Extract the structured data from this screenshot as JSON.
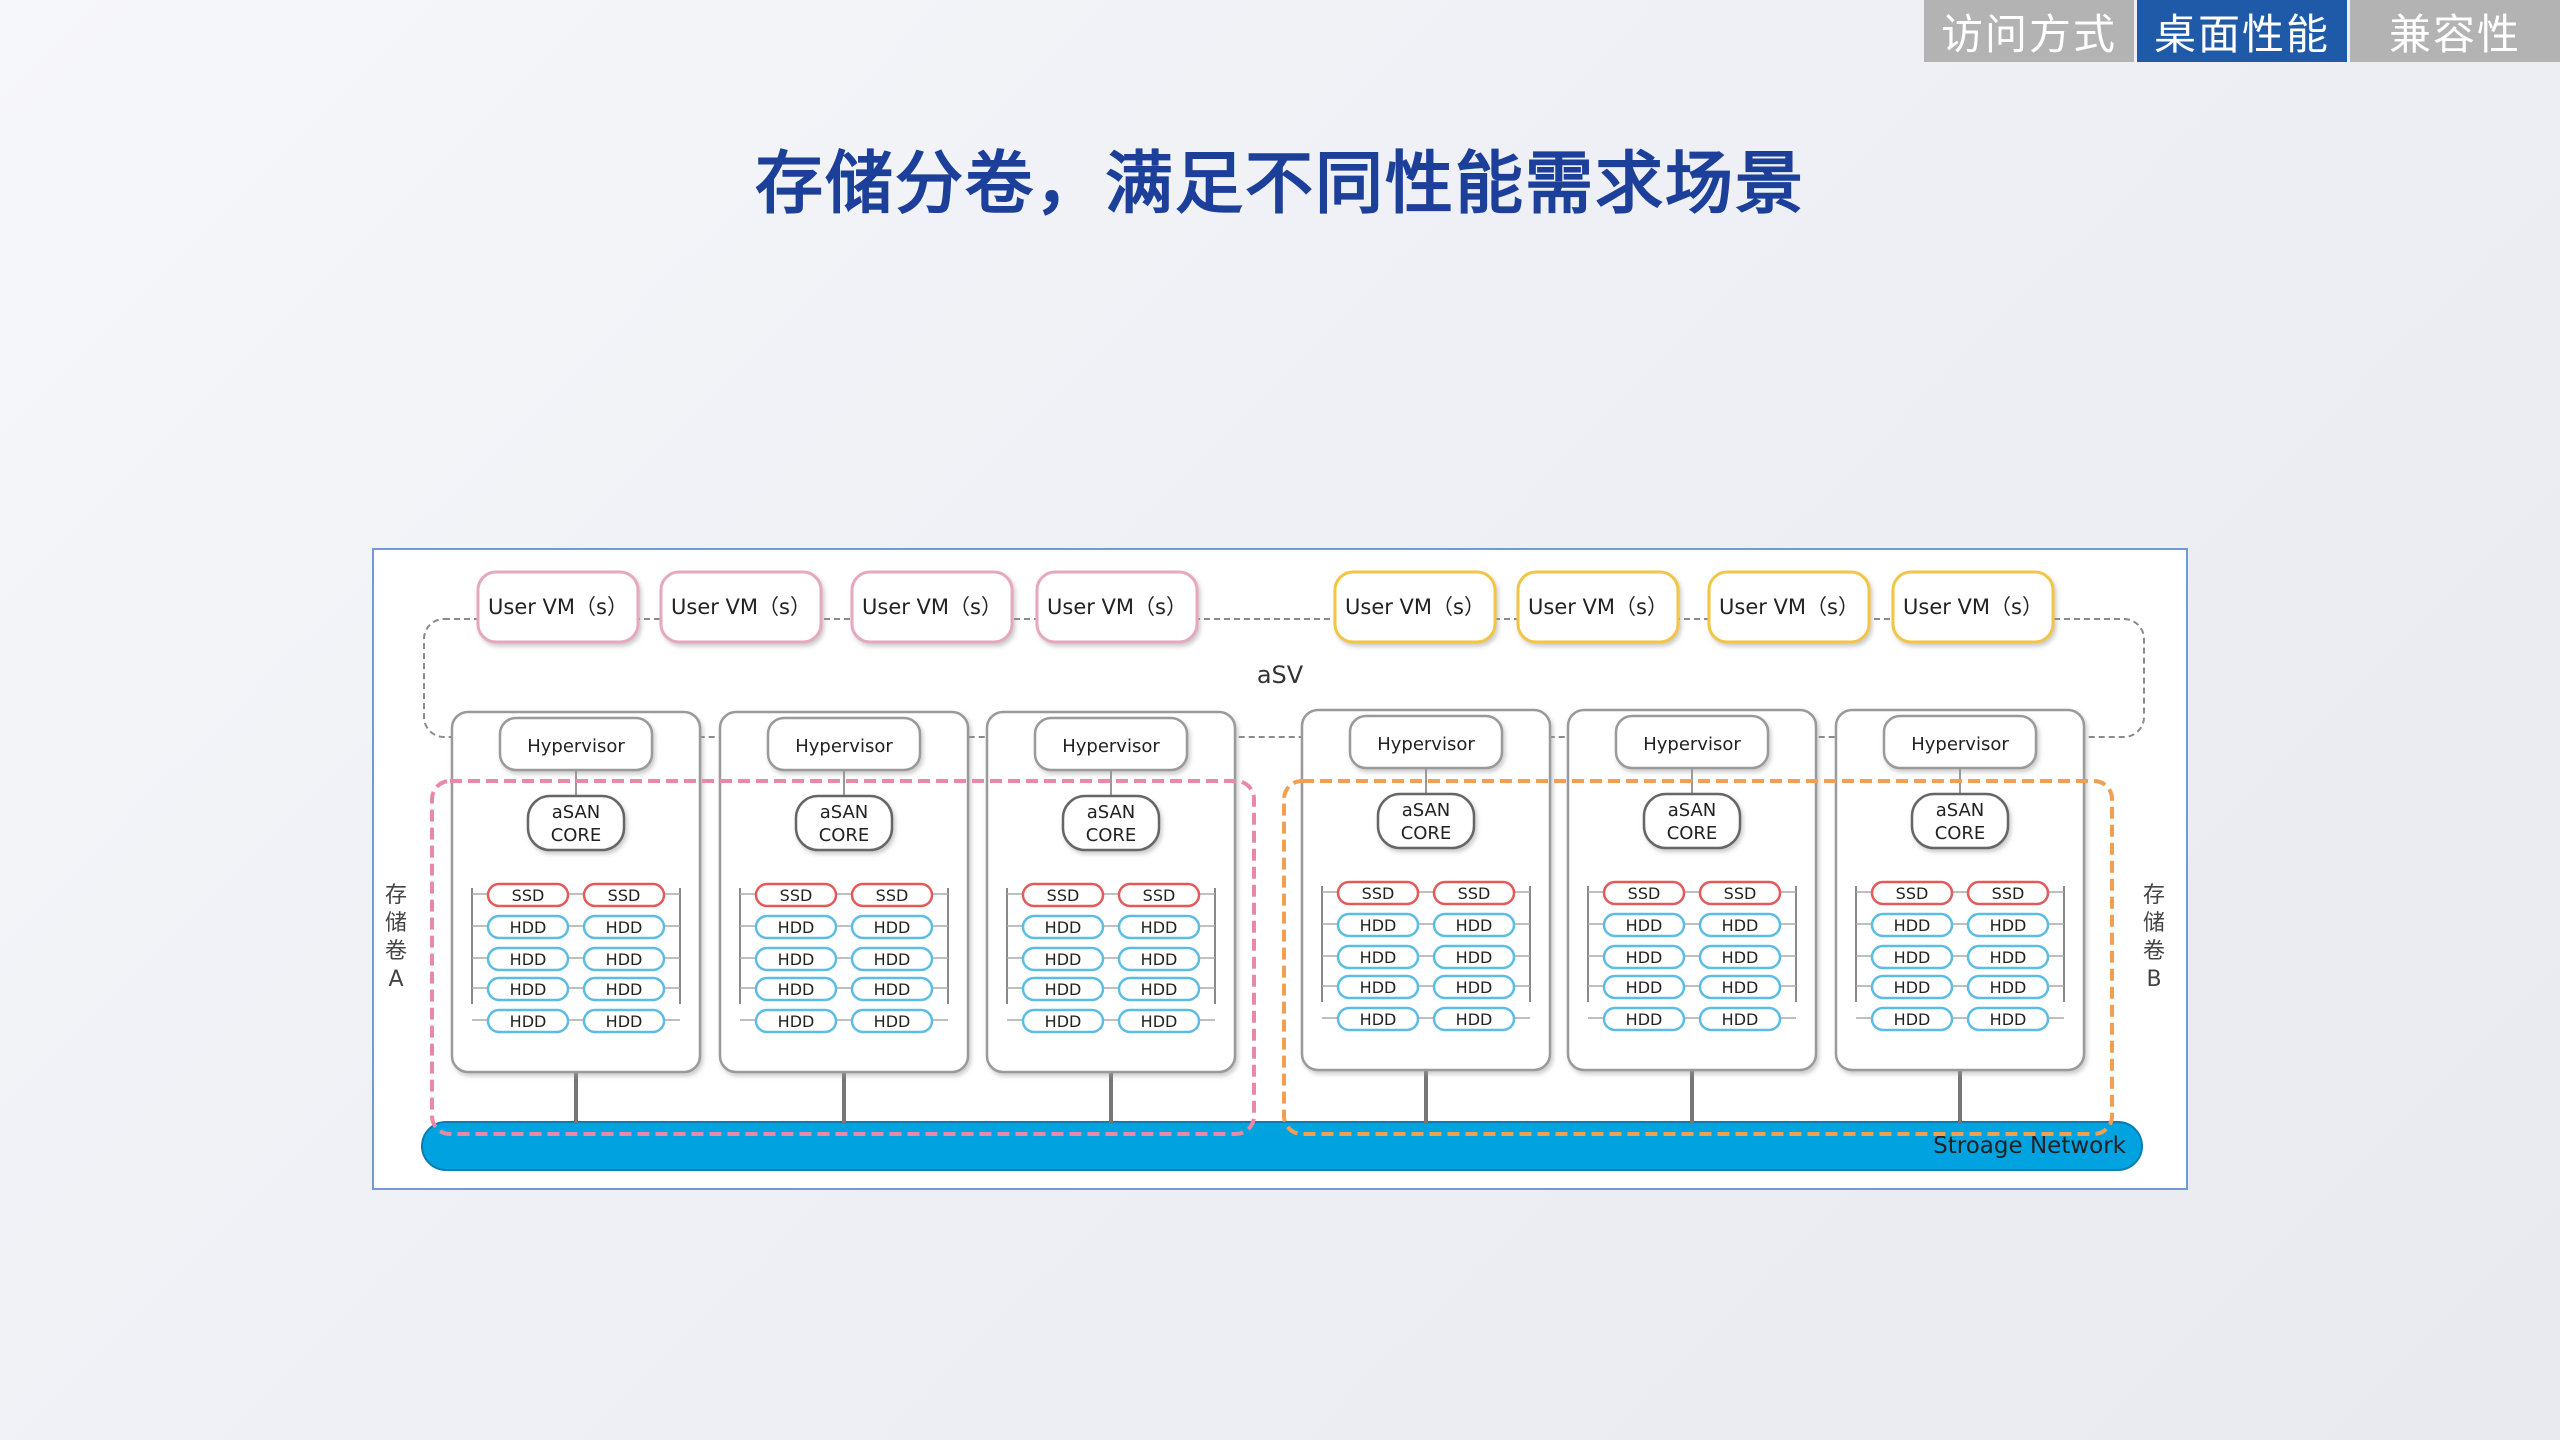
{
  "nav": {
    "tabs": [
      {
        "label": "访问方式",
        "active": false
      },
      {
        "label": "桌面性能",
        "active": true
      },
      {
        "label": "兼容性",
        "active": false
      }
    ],
    "active_color": "#1e5aa8",
    "inactive_color": "#b3b3b3"
  },
  "page": {
    "title": "存储分卷，满足不同性能需求场景",
    "title_color": "#1c3f99"
  },
  "diagram": {
    "vm_label": "User VM（s）",
    "asv_label": "aSV",
    "hypervisor_label": "Hypervisor",
    "asan_line1": "aSAN",
    "asan_line2": "CORE",
    "ssd_label": "SSD",
    "hdd_label": "HDD",
    "network_label": "Stroage Network",
    "volume_a_label": [
      "存",
      "储",
      "卷",
      "A"
    ],
    "volume_b_label": [
      "存",
      "储",
      "卷",
      "B"
    ],
    "volume_a_color": "#e88aa6",
    "volume_b_color": "#f0a050",
    "network_color": "#00a3e0"
  }
}
